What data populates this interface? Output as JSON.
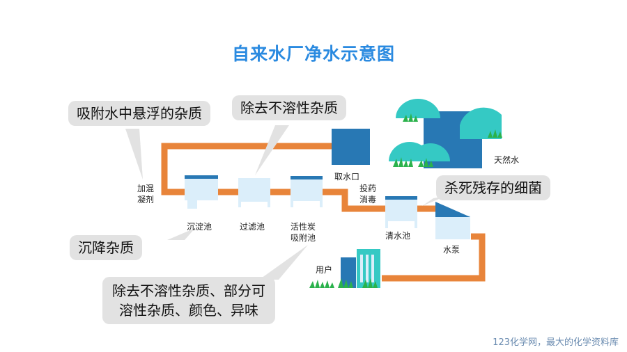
{
  "title": "自来水厂净水示意图",
  "labels": {
    "intake": "取水口",
    "natural_water": "天然水",
    "coagulant_line1": "加混",
    "coagulant_line2": "凝剂",
    "sedimentation_tank": "沉淀池",
    "filter_tank": "过滤池",
    "carbon_line1": "活性炭",
    "carbon_line2": "吸附池",
    "dose_line1": "投药",
    "dose_line2": "消毒",
    "clear_water_tank": "清水池",
    "water_pump": "水泵",
    "users": "用户"
  },
  "callouts": {
    "adsorb": "吸附水中悬浮的杂质",
    "remove_insoluble": "除去不溶性杂质",
    "kill_bacteria": "杀死残存的细菌",
    "settle": "沉降杂质",
    "carbon_line1": "除去不溶性杂质、部分可",
    "carbon_line2": "溶性杂质、颜色、异味"
  },
  "footer": "123化学网，最大的化学资料库",
  "colors": {
    "title": "#2a8ae0",
    "pipe": "#e8843a",
    "tank_fill": "#dbeefa",
    "tank_top": "#2878b4",
    "intake": "#2878b4",
    "tree": "#35c9c4",
    "grass": "#2bb24c",
    "callout_bg": "#e2e2e2"
  }
}
